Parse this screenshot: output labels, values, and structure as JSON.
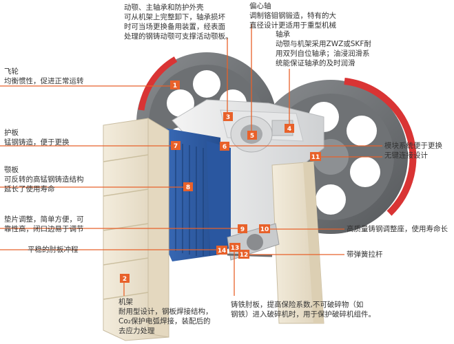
{
  "accent_color": "#e8612a",
  "flywheel_color": "#d93434",
  "jaw_color": "#2f5fa8",
  "frame_color": "#ece2cf",
  "annotations": {
    "a1": {
      "title": "飞轮",
      "lines": [
        "均衡惯性，促进正常运转"
      ]
    },
    "a2": {
      "title": "机架",
      "lines": [
        "耐用型设计，钢板焊接结构，",
        "Co₂保护电弧焊接，装配后的",
        "去应力处理"
      ]
    },
    "a3": {
      "title": "",
      "lines": [
        "动颚、主轴承和防护外壳",
        "可从机架上完整卸下，轴承损坏",
        "时可当场更换备用装置，经表面",
        "处理的钢铸动颚可支撑活动颚板。"
      ]
    },
    "a4": {
      "title": "轴承",
      "lines": [
        "动颚与机架采用ZWZ或SKF耐",
        "用双列自位轴承；油浸润滑系",
        "统能保证轴承的及时润滑"
      ]
    },
    "a5": {
      "title": "偏心轴",
      "lines": [
        "调制铬钼钢锻造，特有的大",
        "直径设计更适用于重型机械"
      ]
    },
    "a7": {
      "title": "护板",
      "lines": [
        "锰钢铸造，便于更换"
      ]
    },
    "a8": {
      "title": "颚板",
      "lines": [
        "可反转的高锰钢铸造结构",
        "延长了使用寿命"
      ]
    },
    "a9": {
      "title": "",
      "lines": [
        "垫片调整，简单方便，可",
        "靠性高，闭口边易于调节"
      ]
    },
    "a10": {
      "title": "",
      "lines": [
        "高质量铸钢调整座，使用寿命长"
      ]
    },
    "a11": {
      "title": "",
      "lines": [
        "模块系统便于更换",
        "无键连接设计"
      ]
    },
    "a12": {
      "title": "",
      "lines": [
        "带弹簧拉杆"
      ]
    },
    "a13": {
      "title": "",
      "lines": [
        "铸铁肘板，提高保险系数,不可破碎物（如",
        "钢铁）进入破碎机时，用于保护破碎机组件。"
      ]
    },
    "a14": {
      "title": "",
      "lines": [
        "平稳的肘板冲程"
      ]
    }
  },
  "badges": [
    "1",
    "2",
    "3",
    "4",
    "5",
    "6",
    "7",
    "8",
    "9",
    "10",
    "11",
    "12",
    "13",
    "14"
  ]
}
